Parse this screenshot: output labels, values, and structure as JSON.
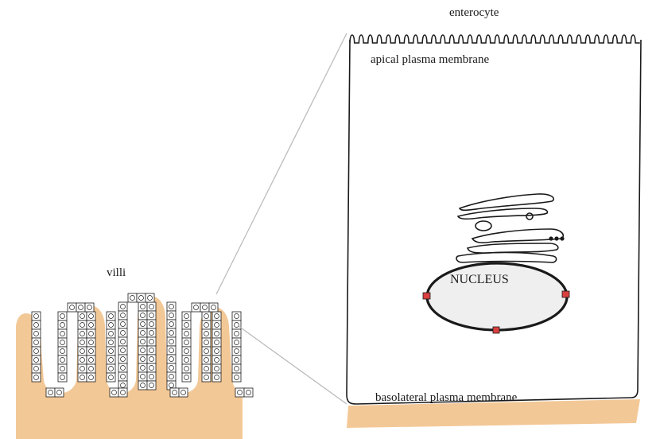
{
  "labels": {
    "enterocyte": "enterocyte",
    "apical_membrane": "apical plasma membrane",
    "villi": "villi",
    "nucleus": "NUCLEUS",
    "basolateral_membrane": "basolateral plasma membrane"
  },
  "colors": {
    "tissue": "#f3c897",
    "outline": "#1a1a1a",
    "nucleus_fill": "#efefef",
    "pore": "#d94040",
    "connector": "#b8b8b8"
  }
}
